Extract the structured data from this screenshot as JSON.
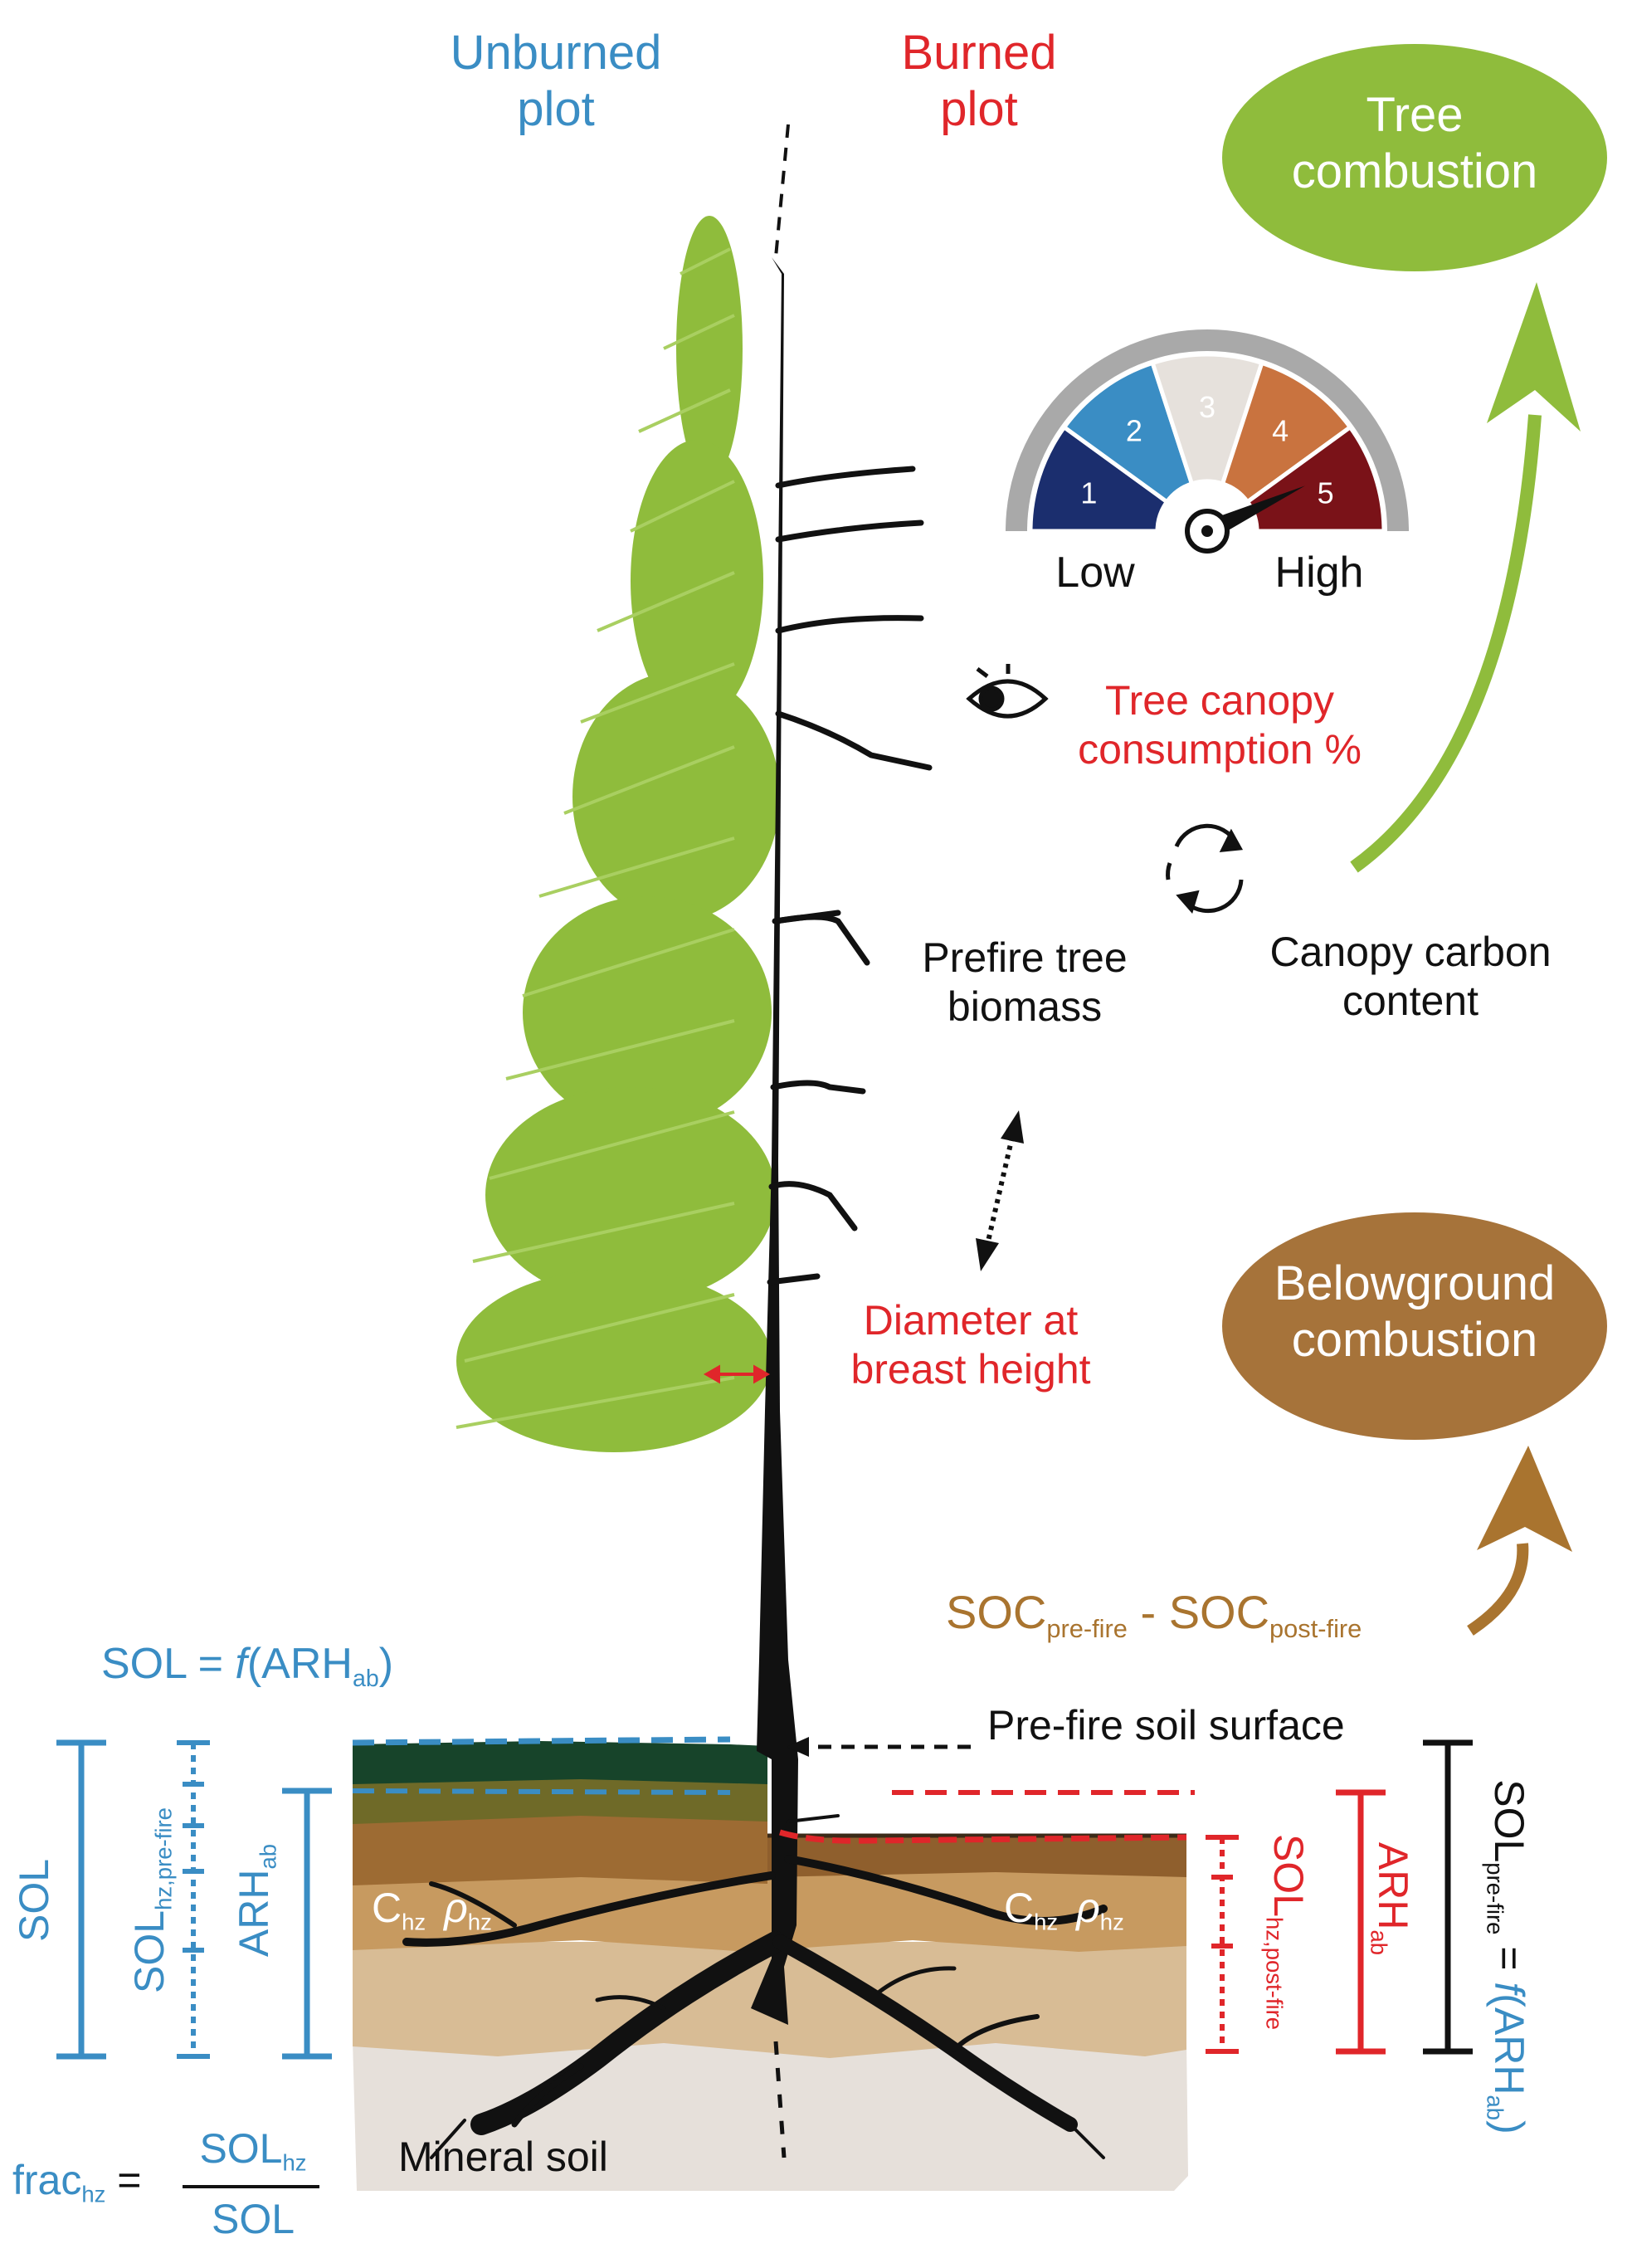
{
  "header": {
    "unburned_line1": "Unburned",
    "unburned_line2": "plot",
    "burned_line1": "Burned",
    "burned_line2": "plot"
  },
  "outcomes": {
    "tree_line1": "Tree",
    "tree_line2": "combustion",
    "below_line1": "Belowground",
    "below_line2": "combustion"
  },
  "gauge": {
    "segments": [
      "1",
      "2",
      "3",
      "4",
      "5"
    ],
    "low_label": "Low",
    "high_label": "High",
    "selected_level": 5,
    "colors": [
      "#1b2e6e",
      "#3a8dc4",
      "#e6e1dc",
      "#c9733f",
      "#7a1218"
    ]
  },
  "tree_labels": {
    "canopy_line1": "Tree canopy",
    "canopy_line2": "consumption %",
    "carbon_line1": "Canopy carbon",
    "carbon_line2": "content",
    "biomass_line1": "Prefire tree",
    "biomass_line2": "biomass",
    "dbh_line1": "Diameter at",
    "dbh_line2": "breast height"
  },
  "soc": {
    "pre_main": "SOC",
    "pre_sub": "pre-fire",
    "minus": " - ",
    "post_main": "SOC",
    "post_sub": "post-fire"
  },
  "sol_formula": {
    "sol": "SOL",
    "eq": " = ",
    "f": "f",
    "open": "(ARH",
    "sub": "ab",
    "close": ")"
  },
  "soil_labels": {
    "prefire_surface": "Pre-fire soil surface",
    "mineral_soil": "Mineral soil",
    "c_main": "C",
    "c_sub": "hz",
    "rho_main": "ρ",
    "rho_sub": "hz"
  },
  "left_bars": {
    "sol": "SOL",
    "sol_hz_main": "SOL",
    "sol_hz_sub": "hz,pre-fire",
    "arh_main": "ARH",
    "arh_sub": "ab"
  },
  "right_bars": {
    "sol_hz_main": "SOL",
    "sol_hz_sub": "hz,post-fire",
    "arh_main": "ARH",
    "arh_sub": "ab",
    "solpre_main": "SOL",
    "solpre_sub": "pre-fire",
    "eq": " = ",
    "f": "f",
    "open": "(ARH",
    "sub": "ab",
    "close": ")"
  },
  "frac_formula": {
    "frac_main": "frac",
    "frac_sub": "hz",
    "eq": " = ",
    "num_main": "SOL",
    "num_sub": "hz",
    "den": "SOL"
  },
  "colors": {
    "blue": "#3a8dc4",
    "red": "#e0262a",
    "green": "#8fbc3c",
    "brown": "#a9742f"
  }
}
